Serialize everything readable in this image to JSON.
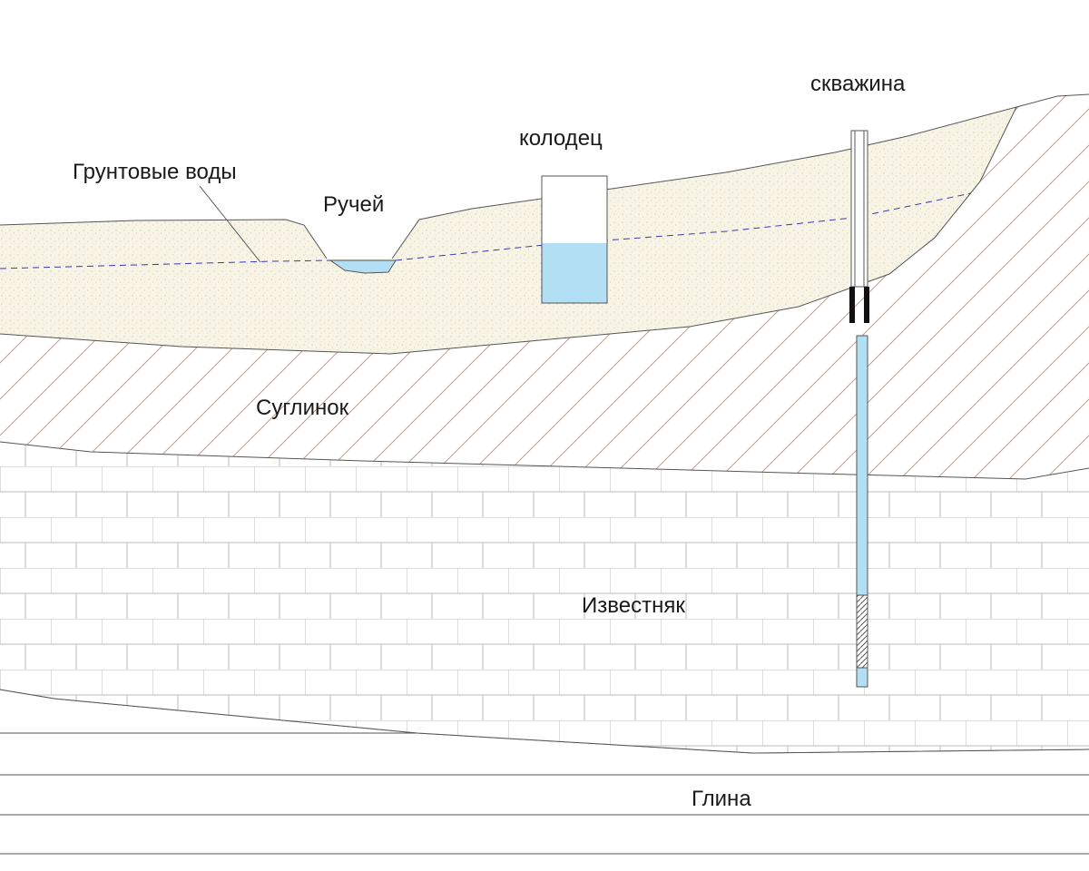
{
  "labels": {
    "groundwater": "Грунтовые воды",
    "stream": "Ручей",
    "well": "колодец",
    "borehole": "скважина",
    "loam": "Суглинок",
    "limestone": "Известняк",
    "clay": "Глина"
  },
  "colors": {
    "sand": "#f7f4e6",
    "sand_dots": "#d9d2b4",
    "water": "#b3dff5",
    "water_line": "#3a3ab0",
    "hatch": "#c89a86",
    "brick": "#bdbdbd",
    "outline": "#555555"
  }
}
